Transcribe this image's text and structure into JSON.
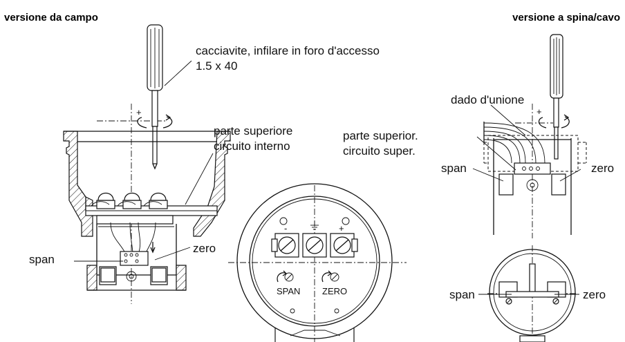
{
  "headers": {
    "left": "versione da campo",
    "right": "versione a spina/cavo"
  },
  "left_labels": {
    "screwdriver": "cacciavite, infilare in foro d'accesso",
    "screwdriver_size": "1.5 x 40",
    "upper_part_line1": "parte superiore",
    "upper_part_line2": "circuito interno",
    "span": "span",
    "zero": "zero"
  },
  "center_labels": {
    "span": "SPAN",
    "zero": "ZERO",
    "minus": "-",
    "plus": "+"
  },
  "right_labels": {
    "union_nut": "dado d'unione",
    "upper_part_line1": "parte superior.",
    "upper_part_line2": "circuito super.",
    "span_top": "span",
    "zero_top": "zero",
    "span_bottom": "span",
    "zero_bottom": "zero"
  },
  "symbols": {
    "plus_left": "+",
    "plus_right": "+"
  }
}
